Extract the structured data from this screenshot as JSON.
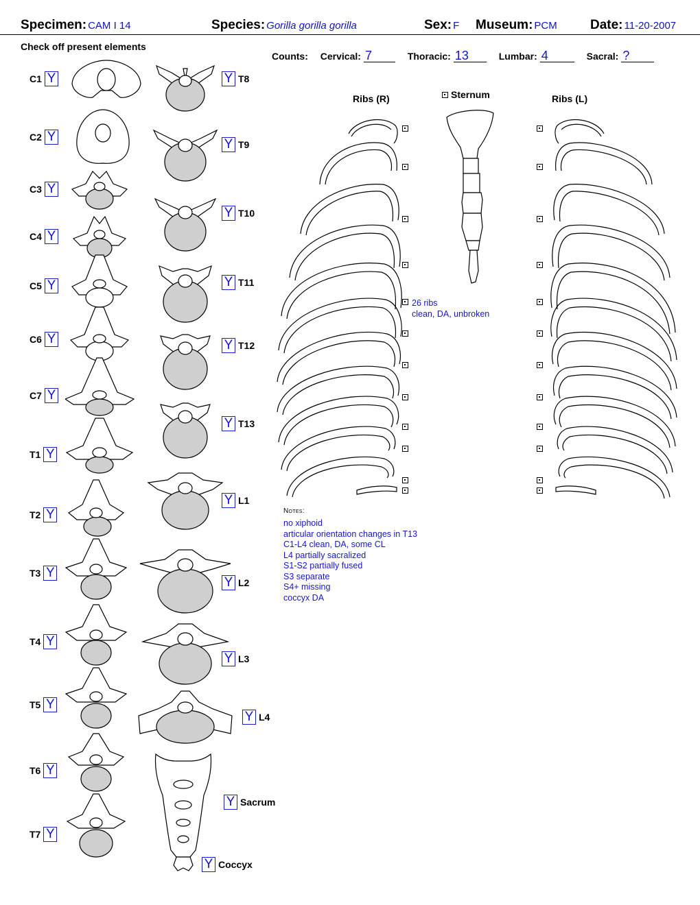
{
  "header": {
    "specimen_label": "Specimen:",
    "specimen": "CAM I 14",
    "species_label": "Species:",
    "species": "Gorilla gorilla gorilla",
    "sex_label": "Sex:",
    "sex": "F",
    "museum_label": "Museum:",
    "museum": "PCM",
    "date_label": "Date:",
    "date": "11-20-2007"
  },
  "instruction": "Check off present elements",
  "counts": {
    "label": "Counts:",
    "cervical_label": "Cervical:",
    "cervical": "7",
    "thoracic_label": "Thoracic:",
    "thoracic": "13",
    "lumbar_label": "Lumbar:",
    "lumbar": "4",
    "sacral_label": "Sacral:",
    "sacral": "?"
  },
  "left_column": [
    {
      "label": "C1",
      "present": "Y"
    },
    {
      "label": "C2",
      "present": "Y"
    },
    {
      "label": "C3",
      "present": "Y"
    },
    {
      "label": "C4",
      "present": "Y"
    },
    {
      "label": "C5",
      "present": "Y"
    },
    {
      "label": "C6",
      "present": "Y"
    },
    {
      "label": "C7",
      "present": "Y"
    },
    {
      "label": "T1",
      "present": "Y"
    },
    {
      "label": "T2",
      "present": "Y"
    },
    {
      "label": "T3",
      "present": "Y"
    },
    {
      "label": "T4",
      "present": "Y"
    },
    {
      "label": "T5",
      "present": "Y"
    },
    {
      "label": "T6",
      "present": "Y"
    },
    {
      "label": "T7",
      "present": "Y"
    }
  ],
  "right_column": [
    {
      "label": "T8",
      "present": "Y"
    },
    {
      "label": "T9",
      "present": "Y"
    },
    {
      "label": "T10",
      "present": "Y"
    },
    {
      "label": "T11",
      "present": "Y"
    },
    {
      "label": "T12",
      "present": "Y"
    },
    {
      "label": "T13",
      "present": "Y"
    },
    {
      "label": "L1",
      "present": "Y"
    },
    {
      "label": "L2",
      "present": "Y"
    },
    {
      "label": "L3",
      "present": "Y"
    },
    {
      "label": "L4",
      "present": "Y"
    },
    {
      "label": "Sacrum",
      "present": "Y"
    },
    {
      "label": "Coccyx",
      "present": "Y"
    }
  ],
  "ribs": {
    "right_label": "Ribs (R)",
    "left_label": "Ribs (L)",
    "sternum_label": "Sternum",
    "rib_note_line1": "26 ribs",
    "rib_note_line2": "clean, DA, unbroken"
  },
  "notes": {
    "heading": "Notes:",
    "lines": [
      "no xiphoid",
      "articular orientation changes in T13",
      "C1-L4 clean, DA, some CL",
      "L4 partially sacralized",
      "S1-S2 partially fused",
      "S3 separate",
      "S4+ missing",
      "coccyx DA"
    ]
  }
}
